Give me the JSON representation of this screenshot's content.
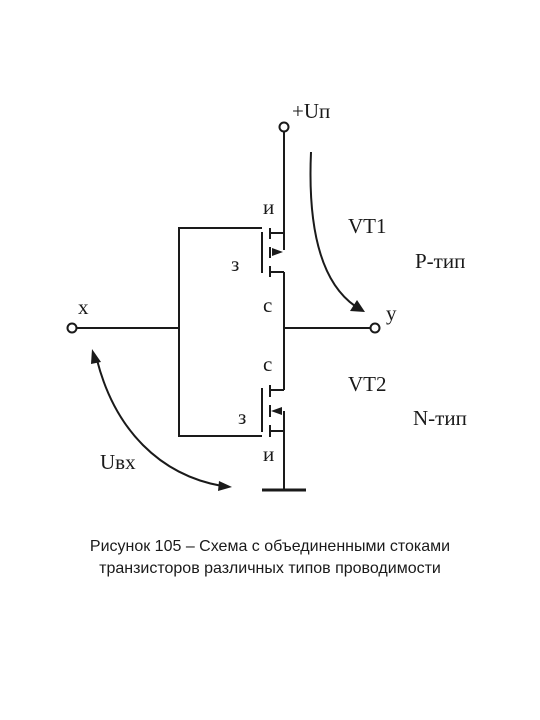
{
  "labels": {
    "supply": "+Uп",
    "input": "x",
    "output": "y",
    "vt1": "VT1",
    "vt2": "VT2",
    "p_type": "P-тип",
    "n_type": "N-тип",
    "uin": "Uвх",
    "vt1_source": "и",
    "vt1_gate": "з",
    "vt1_drain": "с",
    "vt2_drain": "с",
    "vt2_gate": "з",
    "vt2_source": "и"
  },
  "caption": {
    "line1": "Рисунок 105 – Схема с объединенными стоками",
    "line2": "транзисторов различных типов проводимости"
  }
}
